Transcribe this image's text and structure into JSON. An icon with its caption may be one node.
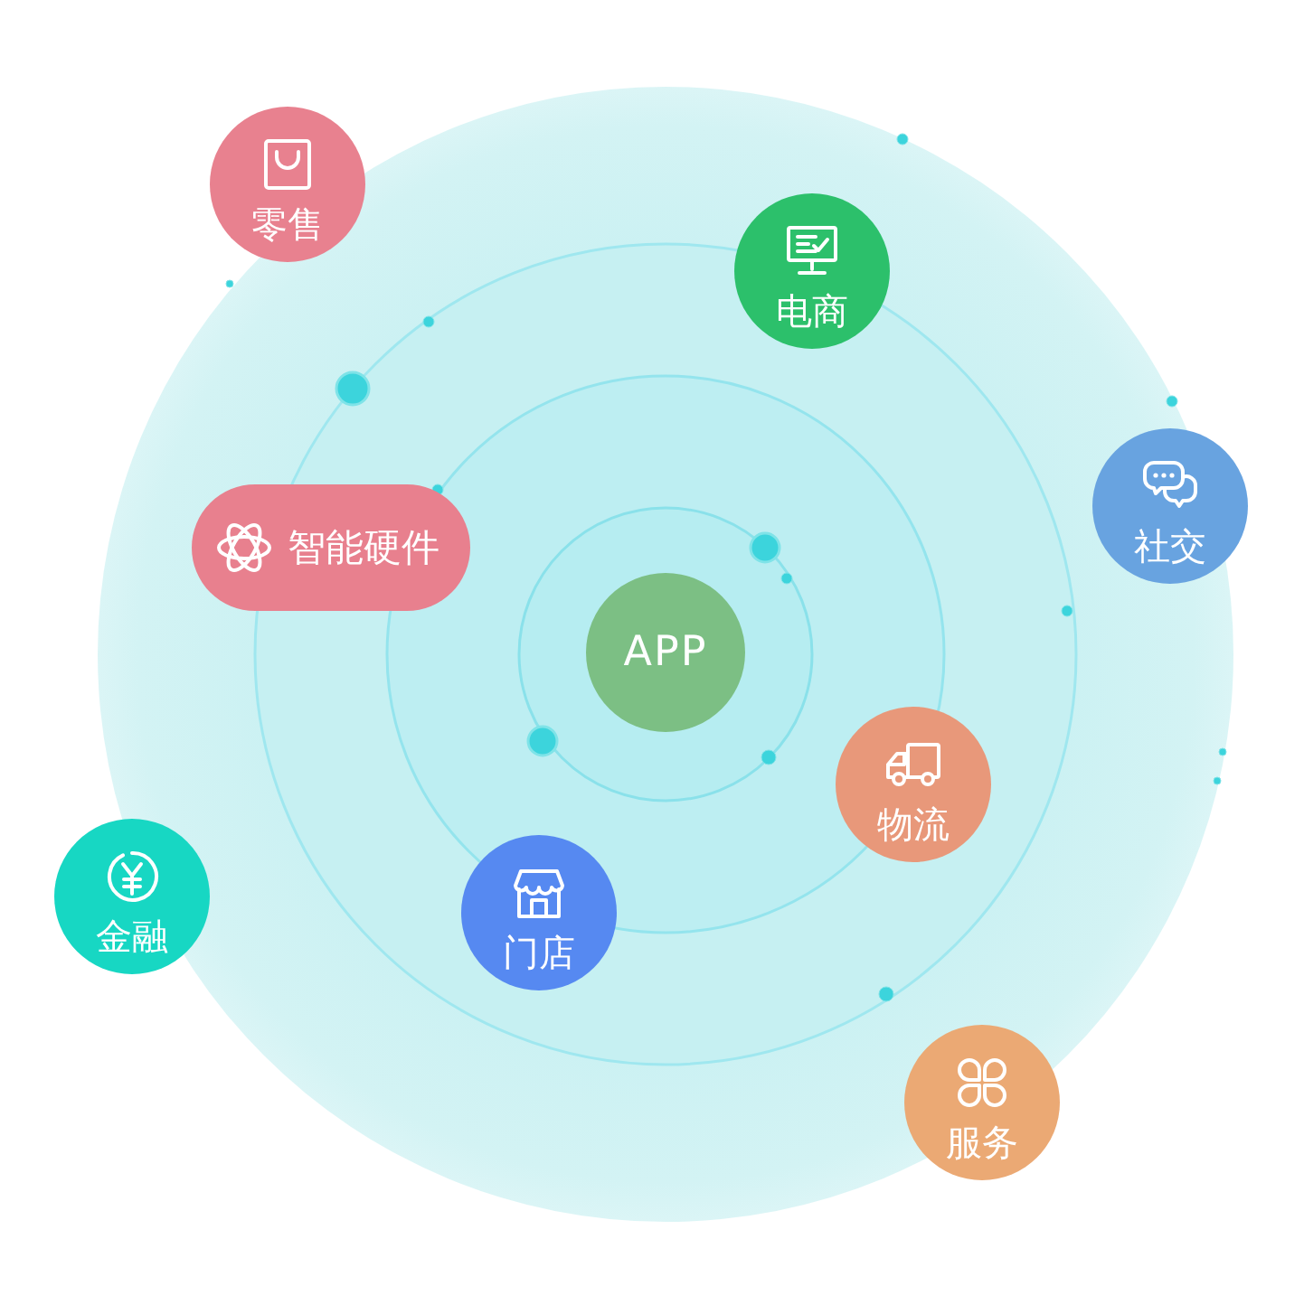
{
  "diagram": {
    "nodes": [
      {
        "text": [
          "零售"
        ]
      },
      {
        "text": [
          "电商"
        ]
      },
      {
        "text": [
          "社交"
        ]
      },
      {
        "text": [
          "智能硬件"
        ]
      },
      {
        "text": [
          "APP"
        ]
      },
      {
        "text": [
          "物流"
        ]
      },
      {
        "text": [
          "金融"
        ]
      },
      {
        "text": [
          "门店"
        ]
      },
      {
        "text": [
          "服务"
        ]
      }
    ]
  }
}
